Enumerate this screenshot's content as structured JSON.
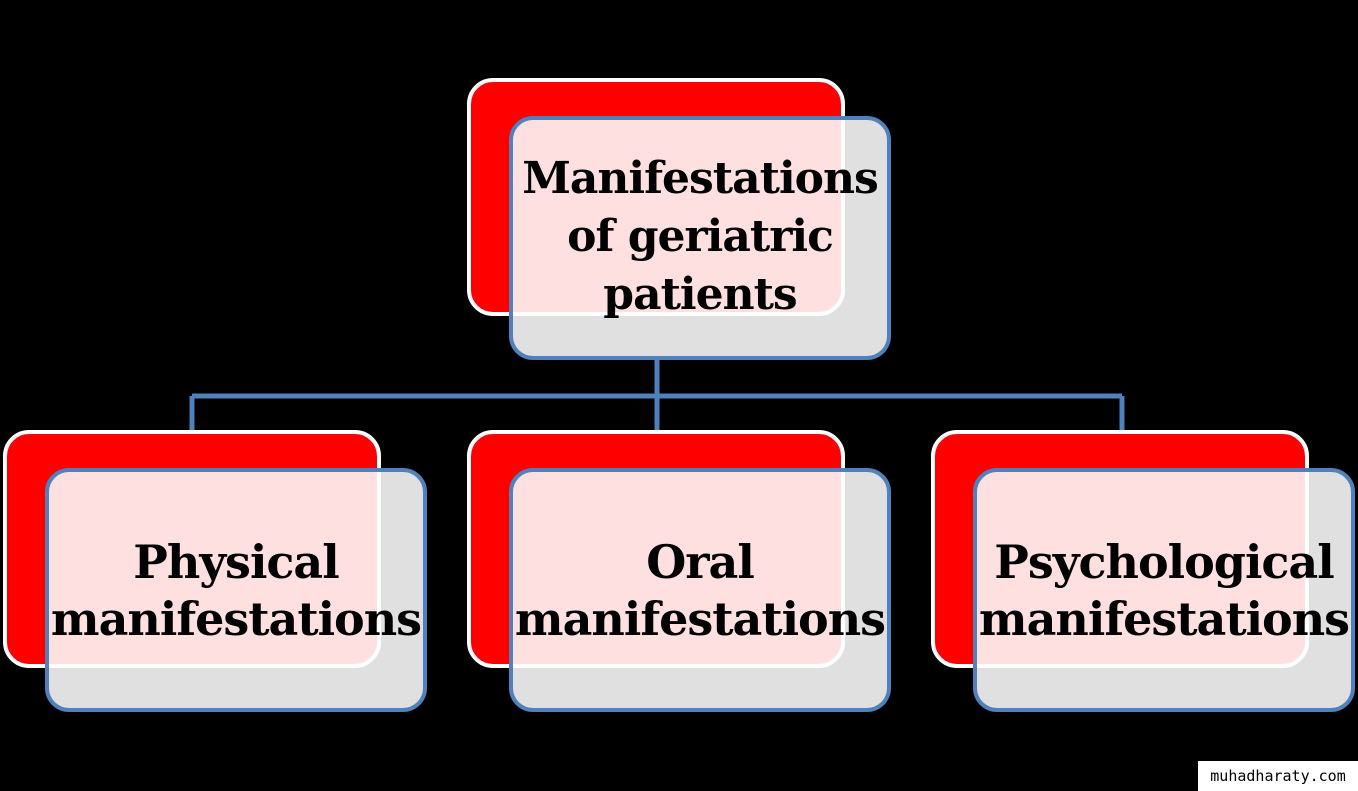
{
  "diagram": {
    "root": {
      "lines": [
        "Manifestations",
        "of geriatric",
        "patients"
      ]
    },
    "children": [
      {
        "lines": [
          "Physical",
          "manifestations"
        ]
      },
      {
        "lines": [
          "Oral",
          "manifestations"
        ]
      },
      {
        "lines": [
          "Psychological",
          "manifestations"
        ]
      }
    ]
  },
  "colors": {
    "background": "#000000",
    "back_shape": "#ff0000",
    "front_border": "#4f81bd",
    "connector": "#4f81bd"
  },
  "watermark": {
    "text": "muhadharaty.com"
  }
}
